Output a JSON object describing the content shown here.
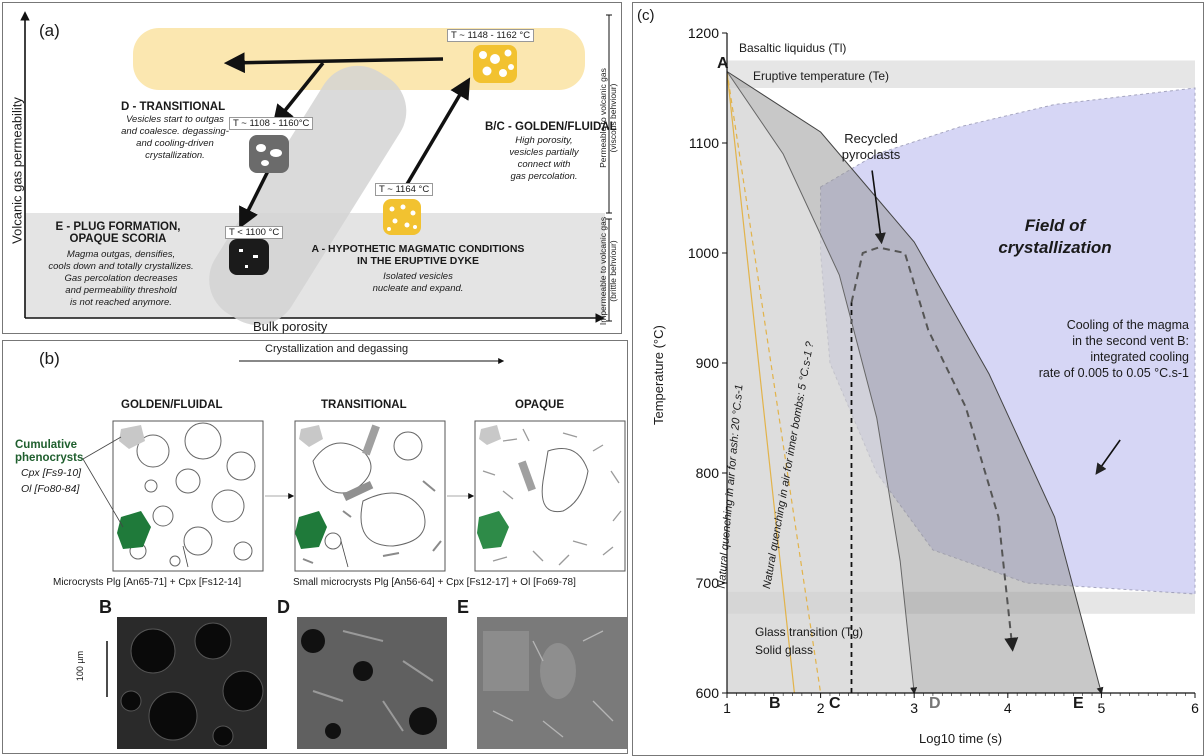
{
  "panel_a": {
    "label": "(a)",
    "ylabel": "Volcanic gas permeability",
    "xlabel": "Bulk porosity",
    "zone_top": "Permeable to volcanic gas",
    "zone_top_sub": "(viscous behviour)",
    "zone_bottom": "Impermeable to volcanic gas",
    "zone_bottom_sub": "(brittle behviour)",
    "stages": {
      "a": {
        "title1": "A - HYPOTHETIC MAGMATIC CONDITIONS",
        "title2": "IN THE ERUPTIVE DYKE",
        "note1": "Isolated vesicles",
        "note2": "nucleate and expand.",
        "temp": "T ~ 1164 °C"
      },
      "bc": {
        "title": "B/C - GOLDEN/FLUIDAL",
        "note1": "High porosity,",
        "note2": "vesicles partially",
        "note3": "connect with",
        "note4": "gas percolation.",
        "temp": "T ~ 1148 - 1162 °C"
      },
      "d": {
        "title": "D - TRANSITIONAL",
        "note1": "Vesicles start to outgas",
        "note2": "and coalesce. degassing-",
        "note3": "and cooling-driven",
        "note4": "crystallization.",
        "temp": "T ~ 1108 - 1160°C"
      },
      "e": {
        "title1": "E - PLUG FORMATION,",
        "title2": "OPAQUE SCORIA",
        "note1": "Magma outgas, densifies,",
        "note2": "cools down and totally crystallizes.",
        "note3": "Gas percolation decreases",
        "note4": "and permeability threshold",
        "note5": "is not reached anymore.",
        "temp": "T < 1100 °C"
      }
    }
  },
  "panel_b": {
    "label": "(b)",
    "arrow_label": "Crystallization and degassing",
    "col1": "GOLDEN/FLUIDAL",
    "col2": "TRANSITIONAL",
    "col3": "OPAQUE",
    "pheno_title1": "Cumulative",
    "pheno_title2": "phenocrysts",
    "cpx": "Cpx [Fs9-10]",
    "ol": "Ol [Fo80-84]",
    "micro1": "Microcrysts Plg [An65-71] + Cpx [Fs12-14]",
    "micro2": "Small microcrysts Plg [An56-64] + Cpx [Fs12-17] + Ol [Fo69-78]",
    "photo_b": "B",
    "photo_d": "D",
    "photo_e": "E",
    "scale": "100 µm"
  },
  "colors": {
    "yellow_band": "#fbe7b0",
    "grey_band": "#e4e4e4",
    "green": "#1f7a3a",
    "field": "#c9c9f2",
    "scoria_yellow": "#f2c230"
  },
  "chart_data": {
    "type": "line",
    "label": "(c)",
    "xlabel": "Log10 time (s)",
    "ylabel": "Temperature (°C)",
    "xlim": [
      1,
      6
    ],
    "ylim": [
      600,
      1200
    ],
    "xticks": [
      1,
      2,
      3,
      4,
      5,
      6
    ],
    "yticks": [
      600,
      700,
      800,
      900,
      1000,
      1100,
      1200
    ],
    "bands": [
      {
        "name": "Eruptive temperature (Te)",
        "y": [
          1150,
          1175
        ]
      },
      {
        "name": "Glass transition (Tg)",
        "y": [
          672,
          692
        ]
      }
    ],
    "texts": {
      "liquidus": "Basaltic liquidus (Tl)",
      "eruptive": "Eruptive temperature (Te)",
      "glass": "Glass transition (Tg)",
      "solid": "Solid glass",
      "field1": "Field of",
      "field2": "crystallization",
      "recycled1": "Recycled",
      "recycled2": "pyroclasts",
      "cool1": "Cooling of the magma",
      "cool2": "in the second vent B:",
      "cool3": "integrated cooling",
      "cool4": "rate of 0.005 to 0.05 °C.s-1",
      "ash": "Natural quenching in air for ash: 20 °C.s-1",
      "bombs": "Natural quenching in air for inner bombs: 5 °C.s-1 ?",
      "start": "A",
      "end_b": "B",
      "end_c": "C",
      "end_d": "D",
      "end_e": "E"
    },
    "curves": [
      {
        "name": "B",
        "points": [
          [
            1,
            1165
          ],
          [
            1.72,
            600
          ]
        ]
      },
      {
        "name": "C",
        "points": [
          [
            1,
            1165
          ],
          [
            2,
            600
          ]
        ]
      },
      {
        "name": "C-vertical",
        "points": [
          [
            2.33,
            600
          ],
          [
            2.33,
            955
          ]
        ]
      },
      {
        "name": "D",
        "points": [
          [
            1,
            1165
          ],
          [
            1.6,
            1090
          ],
          [
            2.2,
            980
          ],
          [
            2.6,
            850
          ],
          [
            2.85,
            720
          ],
          [
            3,
            600
          ]
        ]
      },
      {
        "name": "E",
        "points": [
          [
            1,
            1165
          ],
          [
            2,
            1110
          ],
          [
            3,
            1010
          ],
          [
            3.8,
            890
          ],
          [
            4.5,
            760
          ],
          [
            5,
            600
          ]
        ]
      },
      {
        "name": "recycled-path",
        "points": [
          [
            2.33,
            955
          ],
          [
            2.45,
            1000
          ],
          [
            2.62,
            1005
          ],
          [
            2.9,
            1000
          ],
          [
            3.15,
            930
          ],
          [
            3.55,
            860
          ],
          [
            3.9,
            760
          ],
          [
            4.05,
            640
          ]
        ]
      }
    ]
  }
}
